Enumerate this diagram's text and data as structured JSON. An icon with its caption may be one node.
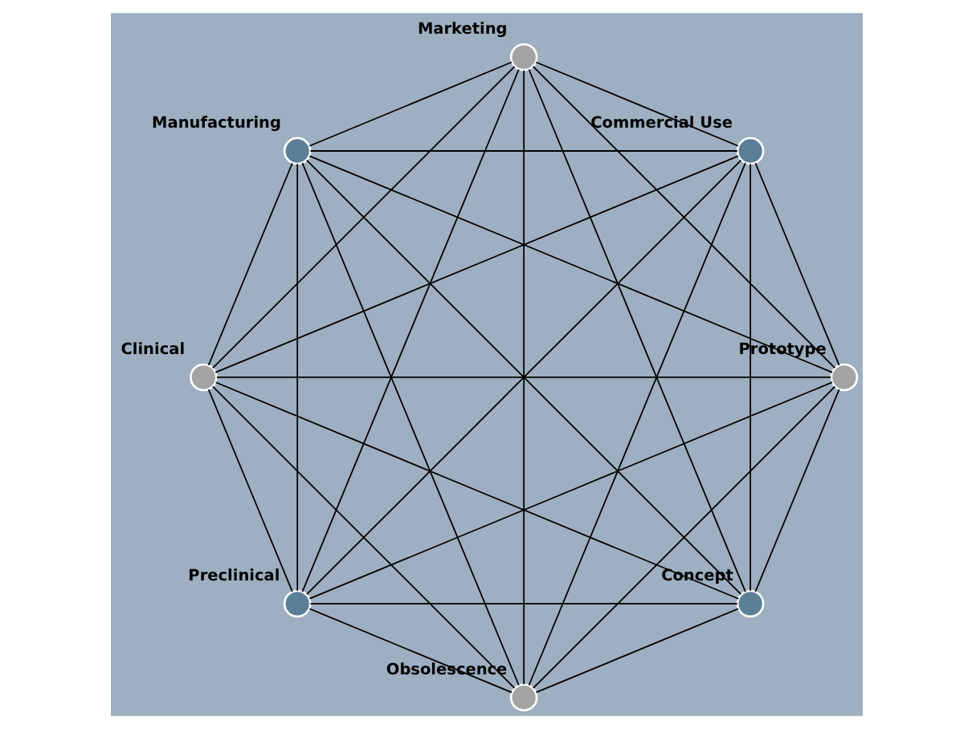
{
  "diagram": {
    "nodes": [
      {
        "text": [
          "Concept"
        ]
      },
      {
        "text": [
          "Prototype"
        ]
      },
      {
        "text": [
          "Preclinical"
        ]
      },
      {
        "text": [
          "Clinical"
        ]
      },
      {
        "text": [
          "Manufacturing"
        ]
      },
      {
        "text": [
          "Marketing"
        ]
      },
      {
        "text": [
          "Commercial Use"
        ]
      },
      {
        "text": [
          "Obsolescence"
        ]
      }
    ],
    "edges": [
      {
        "from": 0,
        "to": 1,
        "arrow": "none"
      },
      {
        "from": 0,
        "to": 2,
        "arrow": "none"
      },
      {
        "from": 0,
        "to": 3,
        "arrow": "none"
      },
      {
        "from": 0,
        "to": 4,
        "arrow": "none"
      },
      {
        "from": 0,
        "to": 5,
        "arrow": "none"
      },
      {
        "from": 0,
        "to": 6,
        "arrow": "none"
      },
      {
        "from": 0,
        "to": 7,
        "arrow": "none"
      },
      {
        "from": 1,
        "to": 2,
        "arrow": "none"
      },
      {
        "from": 1,
        "to": 3,
        "arrow": "none"
      },
      {
        "from": 1,
        "to": 4,
        "arrow": "none"
      },
      {
        "from": 1,
        "to": 5,
        "arrow": "none"
      },
      {
        "from": 1,
        "to": 6,
        "arrow": "none"
      },
      {
        "from": 1,
        "to": 7,
        "arrow": "none"
      },
      {
        "from": 2,
        "to": 3,
        "arrow": "none"
      },
      {
        "from": 2,
        "to": 4,
        "arrow": "none"
      },
      {
        "from": 2,
        "to": 5,
        "arrow": "none"
      },
      {
        "from": 2,
        "to": 6,
        "arrow": "none"
      },
      {
        "from": 2,
        "to": 7,
        "arrow": "none"
      },
      {
        "from": 3,
        "to": 4,
        "arrow": "none"
      },
      {
        "from": 3,
        "to": 5,
        "arrow": "none"
      },
      {
        "from": 3,
        "to": 6,
        "arrow": "none"
      },
      {
        "from": 3,
        "to": 7,
        "arrow": "none"
      },
      {
        "from": 4,
        "to": 5,
        "arrow": "none"
      },
      {
        "from": 4,
        "to": 6,
        "arrow": "none"
      },
      {
        "from": 4,
        "to": 7,
        "arrow": "none"
      },
      {
        "from": 5,
        "to": 6,
        "arrow": "none"
      },
      {
        "from": 5,
        "to": 7,
        "arrow": "none"
      },
      {
        "from": 6,
        "to": 7,
        "arrow": "none"
      }
    ]
  }
}
